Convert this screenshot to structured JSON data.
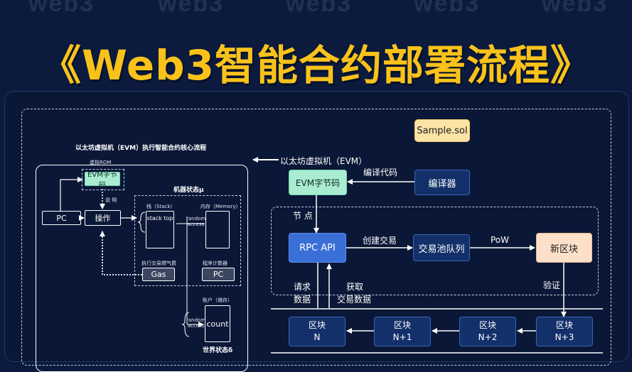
{
  "watermark": "web3",
  "title": "《Web3智能合约部署流程》",
  "main_flow": {
    "sample_sol": "Sample.sol",
    "compiler": "编译器",
    "compile_label": "编译代码",
    "evm_bytecode": "EVM字节码",
    "evm_label": "以太坊虚拟机（EVM）",
    "node_label": "节 点",
    "rpc_api": "RPC API",
    "create_tx": "创建交易",
    "tx_pool": "交易池队列",
    "pow": "PoW",
    "new_block": "新区块",
    "request_data": [
      "请求",
      "数据"
    ],
    "fetch_tx_data": [
      "获取",
      "交易数据"
    ],
    "verify": "验证"
  },
  "blocks": [
    {
      "label": "区块",
      "index": "N"
    },
    {
      "label": "区块",
      "index": "N+1"
    },
    {
      "label": "区块",
      "index": "N+2"
    },
    {
      "label": "区块",
      "index": "N+3"
    }
  ],
  "evm_detail": {
    "heading": "以太坊虚拟机（EVM）执行智能合约核心流程",
    "virtual_rom": "虚拟ROM",
    "evm_bytecode": "EVM字节码",
    "explain": "说 明",
    "pc": "PC",
    "operation": "操作",
    "machine_state": "机器状态μ",
    "stack": "栈（Stack）",
    "stack_top": "stack top",
    "memory": "内存（Memory）",
    "random_access": [
      "random",
      "access"
    ],
    "gas_label": "执行交易燃气费",
    "gas": "Gas",
    "program_counter": "程序计数器",
    "pc2": "PC",
    "account_storage": "账户（储存）",
    "count": "count",
    "random_access2": [
      "random",
      "access"
    ],
    "world_state": "世界状态δ"
  },
  "colors": {
    "background": "#0b1a3d",
    "title": "#f9c21b",
    "source_file": "#fbe3a6",
    "bytecode": "#a9ecd2",
    "rpc": "#3a6fd8",
    "new_block": "#fde0c9",
    "block": "#13306a"
  }
}
